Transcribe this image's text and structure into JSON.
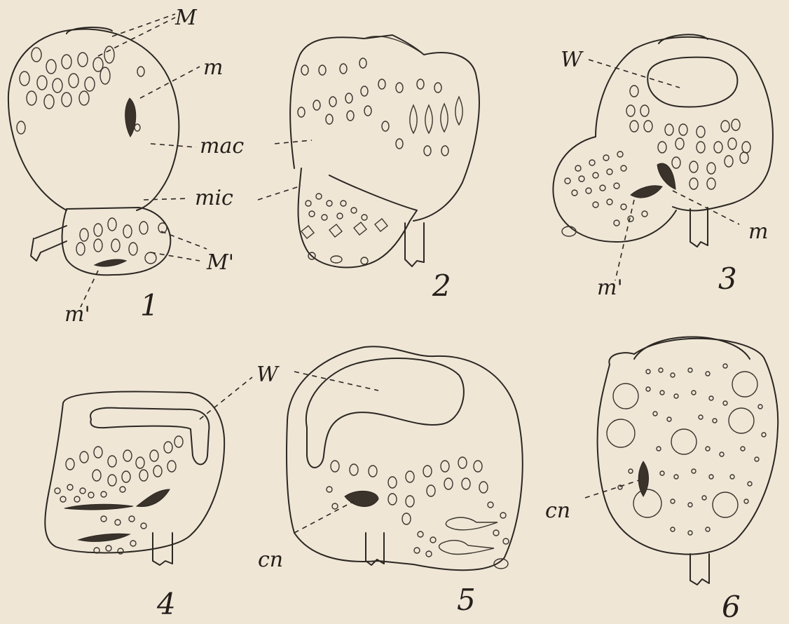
{
  "labels": {
    "M": "M",
    "m_fig1": "m",
    "mac": "mac",
    "mic": "mic",
    "M_prime": "M'",
    "m_prime_fig1": "m'",
    "W_fig3": "W",
    "m_fig3": "m",
    "m_prime_fig3": "m'",
    "W_fig45": "W",
    "cn_fig5": "cn",
    "cn_fig6": "cn"
  },
  "figure_numbers": [
    "1",
    "2",
    "3",
    "4",
    "5",
    "6"
  ],
  "colors": {
    "paper": "#efe6d6",
    "ink": "#2b2722"
  }
}
